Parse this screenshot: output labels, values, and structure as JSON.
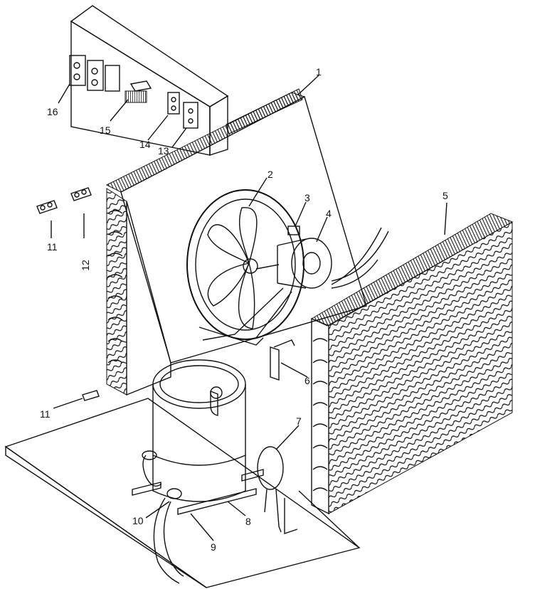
{
  "colors": {
    "ink": "#111111",
    "paper": "#ffffff"
  },
  "callouts": {
    "c1": "1",
    "c2": "2",
    "c3": "3",
    "c4": "4",
    "c5": "5",
    "c6": "6",
    "c7": "7",
    "c8": "8",
    "c9": "9",
    "c10": "10",
    "c11a": "11",
    "c11b": "11",
    "c12": "12",
    "c13": "13",
    "c14": "14",
    "c15": "15",
    "c16": "16"
  }
}
